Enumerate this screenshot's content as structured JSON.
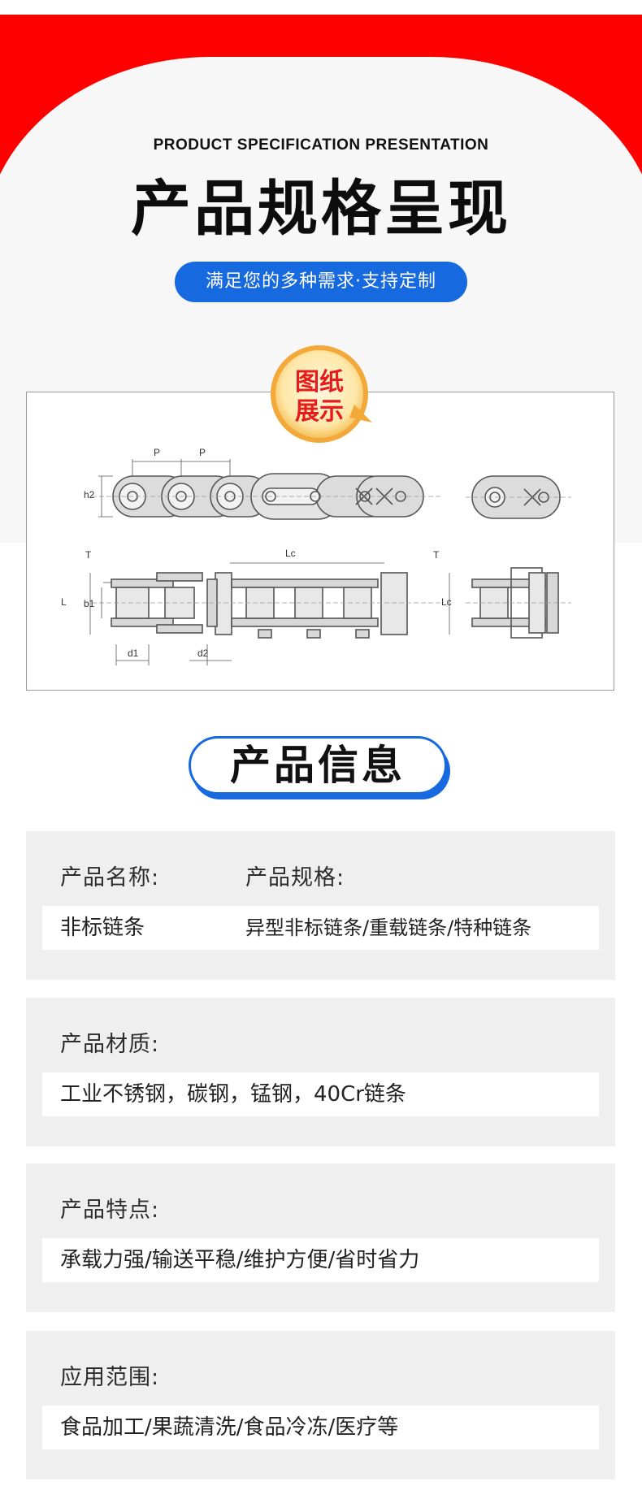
{
  "header": {
    "eyebrow": "PRODUCT SPECIFICATION PRESENTATION",
    "title": "产品规格呈现",
    "pill": "满足您的多种需求·支持定制",
    "colors": {
      "red": "#ff0000",
      "blue": "#1769e0",
      "arch": "#f7f7f7"
    }
  },
  "badge": {
    "line1": "图纸",
    "line2": "展示"
  },
  "drawing": {
    "labels": {
      "pitch": "P",
      "h2": "h2",
      "t_left": "T",
      "lc_top": "Lc",
      "t_right": "T",
      "l": "L",
      "b1": "b1",
      "lc_right": "Lc",
      "d1": "d1",
      "d2": "d2"
    }
  },
  "info": {
    "title": "产品信息",
    "cards": [
      {
        "label1": "产品名称:",
        "label2": "产品规格:",
        "value1": "非标链条",
        "value2": "异型非标链条/重载链条/特种链条"
      },
      {
        "label1": "产品材质:",
        "value1": "工业不锈钢，碳钢，锰钢，40Cr链条"
      },
      {
        "label1": "产品特点:",
        "value1": "承载力强/输送平稳/维护方便/省时省力"
      },
      {
        "label1": "应用范围:",
        "value1": "食品加工/果蔬清洗/食品冷冻/医疗等"
      }
    ]
  }
}
